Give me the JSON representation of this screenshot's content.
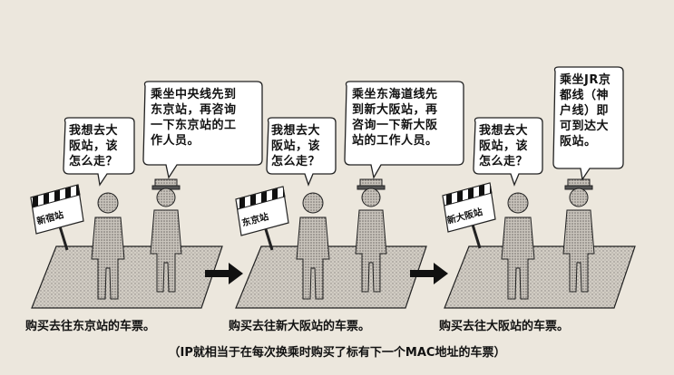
{
  "scenes": [
    {
      "station_sign": "新宿站",
      "passenger_question": "我想去大\n阪站，该\n怎么走？",
      "staff_answer": "乘坐中央线先到\n东京站，再咨询\n一下东京站的工\n作人员。",
      "ticket_caption": "购买去往东京站的车票。"
    },
    {
      "station_sign": "东京站",
      "passenger_question": "我想去大\n阪站，该\n怎么走？",
      "staff_answer": "乘坐东海道线先\n到新大阪站，再\n咨询一下新大阪\n站的工作人员。",
      "ticket_caption": "购买去往新大阪站的车票。"
    },
    {
      "station_sign": "新大阪站",
      "passenger_question": "我想去大\n阪站，该\n怎么走？",
      "staff_answer": "乘坐JR京\n都线（神\n户线）即\n可到达大\n阪站。",
      "ticket_caption": "购买去往大阪站的车票。"
    }
  ],
  "footnote": "（IP就相当于在每次换乘时购买了标有下一个MAC地址的车票）"
}
